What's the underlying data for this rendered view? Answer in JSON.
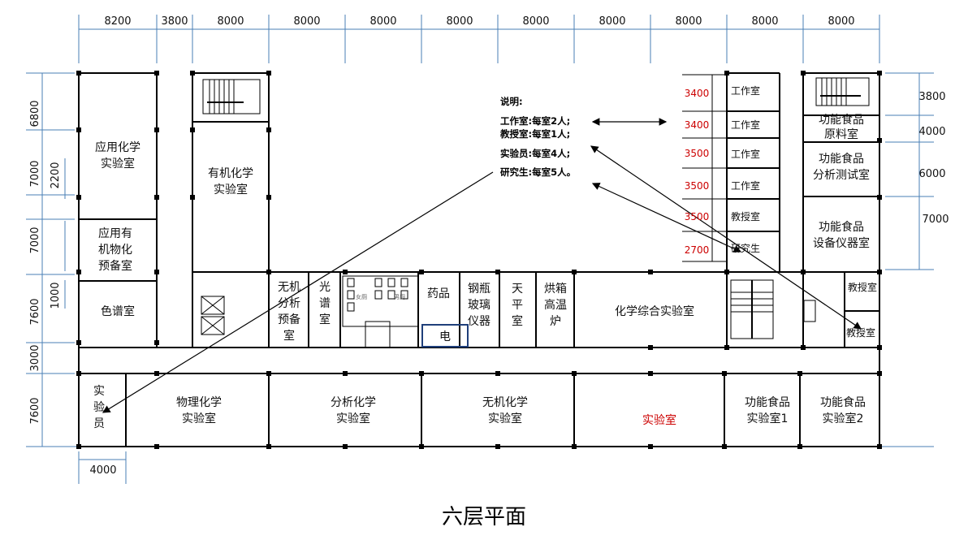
{
  "title": "六层平面",
  "top_dimensions": [
    "8200",
    "3800",
    "8000",
    "8000",
    "8000",
    "8000",
    "8000",
    "8000",
    "8000",
    "8000",
    "8000"
  ],
  "left_dimensions": [
    "6800",
    "7000",
    "2200",
    "7000",
    "7600",
    "1000",
    "3000",
    "7600"
  ],
  "right_dimensions": [
    "3800",
    "4000",
    "6000",
    "7000"
  ],
  "inner_right_dimensions": [
    "3400",
    "3400",
    "3500",
    "3500",
    "3500",
    "2700"
  ],
  "bottom_dimension": "4000",
  "notes": {
    "heading": "说明:",
    "line1": "工作室:每室2人;",
    "line2": "教授室:每室1人;",
    "line3": "实验员:每室4人;",
    "line4": "研究生:每室5人。"
  },
  "rooms": {
    "applied_chem": [
      "应用化学",
      "实验室"
    ],
    "organic_chem": [
      "有机化学",
      "实验室"
    ],
    "applied_org": [
      "应用有",
      "机物化",
      "预备室"
    ],
    "chromatography": "色谱室",
    "inorganic_prep": [
      "无机",
      "分析",
      "预备",
      "室"
    ],
    "spectrum": [
      "光",
      "谱",
      "室"
    ],
    "women_wc": "女厕",
    "men_wc": "男厕",
    "medicine": "药品",
    "electric": "电",
    "gas_bottle": [
      "钢瓶",
      "玻璃",
      "仪器"
    ],
    "balance": [
      "天",
      "平",
      "室"
    ],
    "oven": [
      "烘箱",
      "高温",
      "炉"
    ],
    "comprehensive": "化学综合实验室",
    "technician": [
      "实",
      "验",
      "员"
    ],
    "physical_chem": [
      "物理化学",
      "实验室"
    ],
    "analytical_chem": [
      "分析化学",
      "实验室"
    ],
    "inorganic_chem": [
      "无机化学",
      "实验室"
    ],
    "lab": "实验室",
    "func_food_lab1": [
      "功能食品",
      "实验室1"
    ],
    "func_food_lab2": [
      "功能食品",
      "实验室2"
    ],
    "studio1": "工作室",
    "studio2": "工作室",
    "studio3": "工作室",
    "studio4": "工作室",
    "professor_a": "教授室",
    "grad": "研究生",
    "func_food_raw": [
      "功能食品",
      "原料室"
    ],
    "func_food_analysis": [
      "功能食品",
      "分析测试室"
    ],
    "func_food_equip": [
      "功能食品",
      "设备仪器室"
    ],
    "professor_b": "教授室",
    "professor_c": "教授室"
  },
  "colors": {
    "wall": "#000000",
    "dim_line": "#4a7fb5",
    "red_text": "#cc0000",
    "electric_box": "#1f3f7a"
  }
}
